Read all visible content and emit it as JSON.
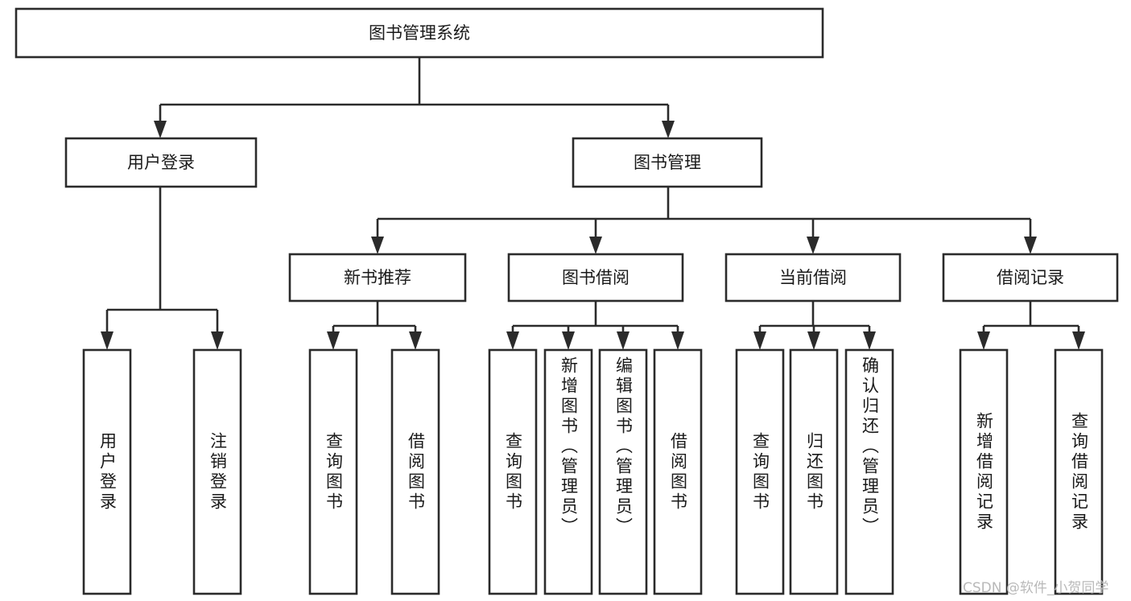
{
  "diagram": {
    "title": "图书管理系统",
    "type": "tree",
    "orientation": "top-down",
    "watermark": "CSDN @软件_小贺同学",
    "colors": {
      "stroke": "#2b2b2b",
      "fill": "#ffffff",
      "text": "#1a1a1a",
      "watermark": "#b9b9b9",
      "background": "#ffffff"
    },
    "levels": {
      "root": {
        "label": "图书管理系统"
      },
      "level2": [
        {
          "label": "用户登录"
        },
        {
          "label": "图书管理"
        }
      ],
      "level3": [
        {
          "label": "新书推荐"
        },
        {
          "label": "图书借阅"
        },
        {
          "label": "当前借阅"
        },
        {
          "label": "借阅记录"
        }
      ],
      "leaves": {
        "user_login": [
          {
            "label": "用户登录"
          },
          {
            "label": "注销登录"
          }
        ],
        "new_book_recommend": [
          {
            "label": "查询图书"
          },
          {
            "label": "借阅图书"
          }
        ],
        "book_borrow": [
          {
            "label": "查询图书"
          },
          {
            "label": "新增图书（管理员）"
          },
          {
            "label": "编辑图书（管理员）"
          },
          {
            "label": "借阅图书"
          }
        ],
        "current_borrow": [
          {
            "label": "查询图书"
          },
          {
            "label": "归还图书"
          },
          {
            "label": "确认归还（管理员）"
          }
        ],
        "borrow_record": [
          {
            "label": "新增借阅记录"
          },
          {
            "label": "查询借阅记录"
          }
        ]
      }
    }
  }
}
